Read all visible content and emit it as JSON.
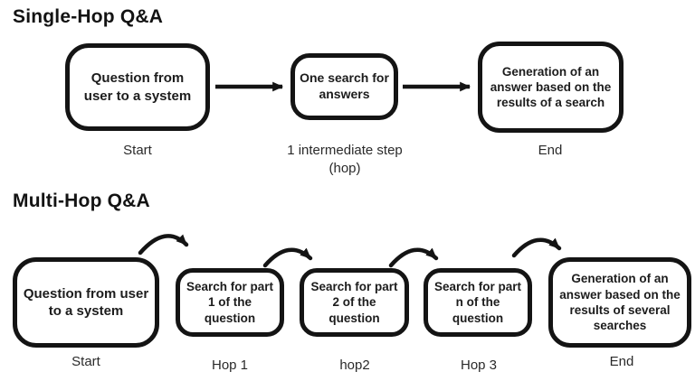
{
  "colors": {
    "ink": "#141414",
    "background": "#ffffff"
  },
  "sections": [
    {
      "heading": "Single-Hop Q&A",
      "boxes": [
        {
          "text": "Question from user to a system",
          "label": "Start"
        },
        {
          "text": "One search for answers",
          "label": "1 intermediate step (hop)"
        },
        {
          "text": "Generation of an answer based on the results of a search",
          "label": "End"
        }
      ]
    },
    {
      "heading": "Multi-Hop Q&A",
      "boxes": [
        {
          "text": "Question from user to a system",
          "label": "Start"
        },
        {
          "text": "Search for part 1 of the question",
          "label": "Hop 1"
        },
        {
          "text": "Search for part 2 of the question",
          "label": "hop2"
        },
        {
          "text": "Search for part n of the question",
          "label": "Hop 3"
        },
        {
          "text": "Generation of an answer based on the results of several searches",
          "label": "End"
        }
      ]
    }
  ]
}
